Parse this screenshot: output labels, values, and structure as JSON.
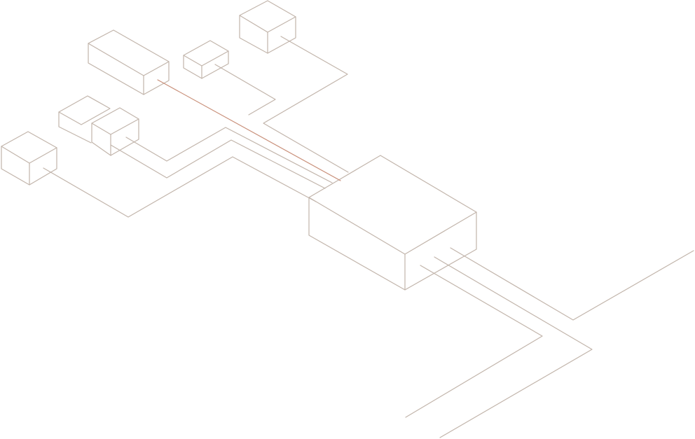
{
  "colors": {
    "background": "#ffffff",
    "line": "#c2b5ab",
    "accent": "#c9907a"
  },
  "diagram": {
    "description_nodes": [
      "hub",
      "module-top-right",
      "module-small",
      "module-long",
      "module-double",
      "module-left"
    ],
    "text_labels": []
  }
}
